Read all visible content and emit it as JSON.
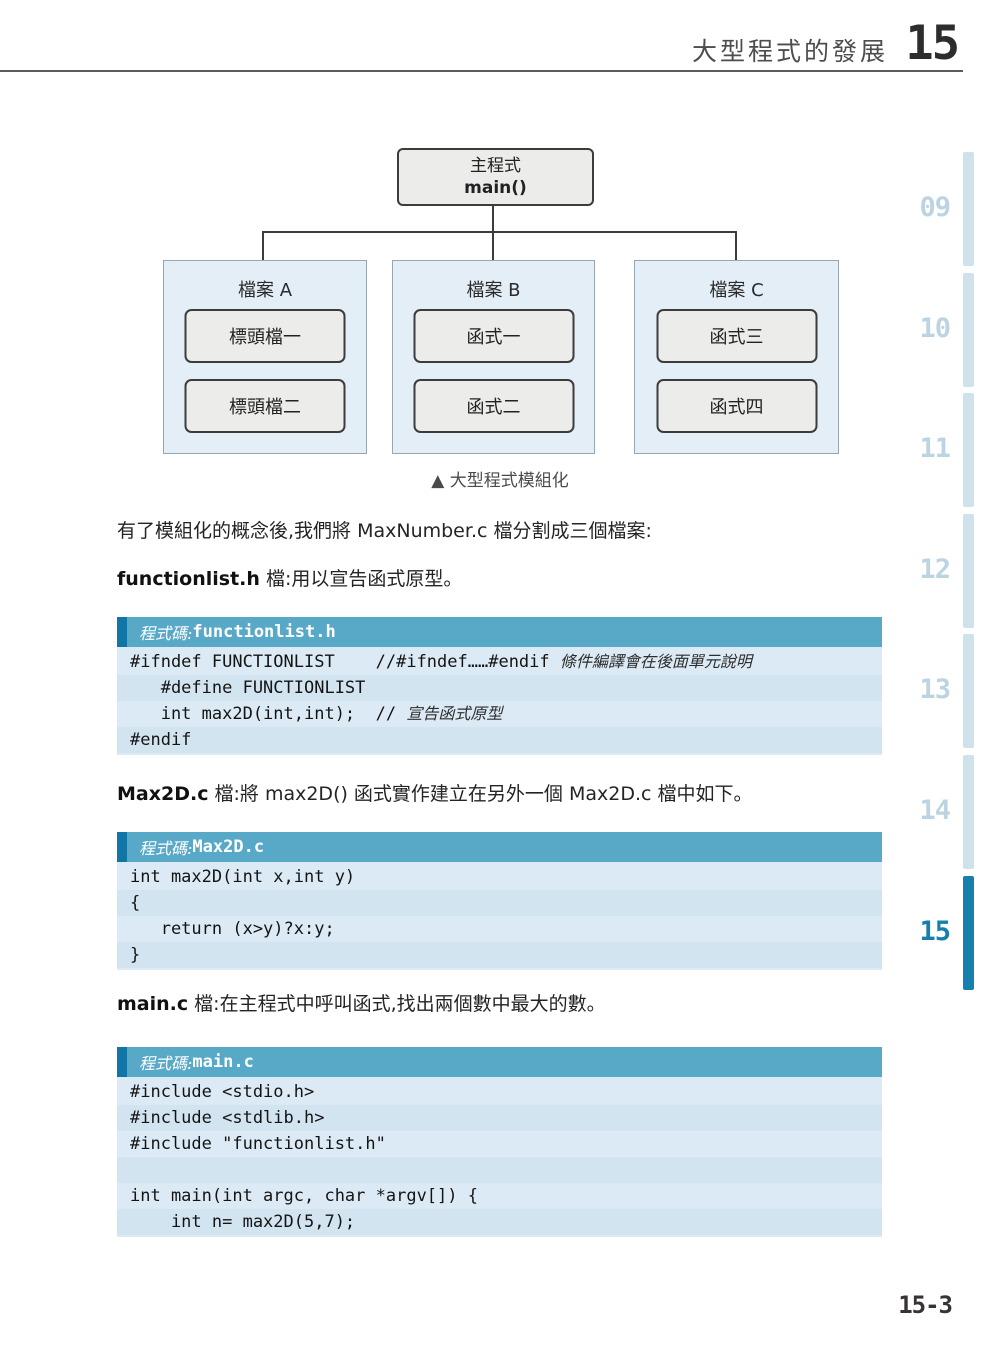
{
  "header": {
    "title": "大型程式的發展",
    "chapter": "15"
  },
  "diagram": {
    "main_box": {
      "line1": "主程式",
      "line2": "main()"
    },
    "files": [
      {
        "title": "檔案 A",
        "items": [
          "標頭檔一",
          "標頭檔二"
        ]
      },
      {
        "title": "檔案 B",
        "items": [
          "函式一",
          "函式二"
        ]
      },
      {
        "title": "檔案 C",
        "items": [
          "函式三",
          "函式四"
        ]
      }
    ],
    "caption": "▲ 大型程式模組化"
  },
  "paragraphs": [
    {
      "bold": "",
      "text": "有了模組化的概念後,我們將 MaxNumber.c 檔分割成三個檔案:"
    },
    {
      "bold": "functionlist.h",
      "text": " 檔:用以宣告函式原型。"
    },
    {
      "bold": "Max2D.c",
      "text": " 檔:將 max2D() 函式實作建立在另外一個 Max2D.c 檔中如下。"
    },
    {
      "bold": "main.c",
      "text": " 檔:在主程式中呼叫函式,找出兩個數中最大的數。"
    }
  ],
  "code_blocks": [
    {
      "label": "程式碼:",
      "filename": "functionlist.h",
      "lines": [
        [
          [
            "c",
            "#ifndef FUNCTIONLIST    //#ifndef……#endif "
          ],
          [
            "k",
            "條件編譯會在後面單元說明"
          ]
        ],
        [
          [
            "c",
            "   #define FUNCTIONLIST"
          ]
        ],
        [
          [
            "c",
            "   int max2D(int,int);  // "
          ],
          [
            "k",
            "宣告函式原型"
          ]
        ],
        [
          [
            "c",
            "#endif"
          ]
        ]
      ]
    },
    {
      "label": "程式碼:",
      "filename": "Max2D.c",
      "lines": [
        [
          [
            "c",
            "int max2D(int x,int y)"
          ]
        ],
        [
          [
            "c",
            "{"
          ]
        ],
        [
          [
            "c",
            "   return (x>y)?x:y;"
          ]
        ],
        [
          [
            "c",
            "}"
          ]
        ]
      ]
    },
    {
      "label": "程式碼:",
      "filename": "main.c",
      "lines": [
        [
          [
            "c",
            "#include <stdio.h>"
          ]
        ],
        [
          [
            "c",
            "#include <stdlib.h>"
          ]
        ],
        [
          [
            "c",
            "#include \"functionlist.h\""
          ]
        ],
        [
          [
            "c",
            ""
          ]
        ],
        [
          [
            "c",
            "int main(int argc, char *argv[]) {"
          ]
        ],
        [
          [
            "c",
            "    int n= max2D(5,7);"
          ]
        ]
      ]
    }
  ],
  "side_tabs": [
    {
      "label": "09",
      "active": false
    },
    {
      "label": "10",
      "active": false
    },
    {
      "label": "11",
      "active": false
    },
    {
      "label": "12",
      "active": false
    },
    {
      "label": "13",
      "active": false
    },
    {
      "label": "14",
      "active": false
    },
    {
      "label": "15",
      "active": true
    }
  ],
  "footer": {
    "page_number": "15-3"
  },
  "colors": {
    "accent_blue": "#1580ad",
    "code_header_bg": "#58a9c8",
    "code_body_bg": "#dbeaf4",
    "file_box_bg": "#e3eef7",
    "tab_light": "#cfe2ec",
    "tab_light_text": "#bcd4e2"
  }
}
